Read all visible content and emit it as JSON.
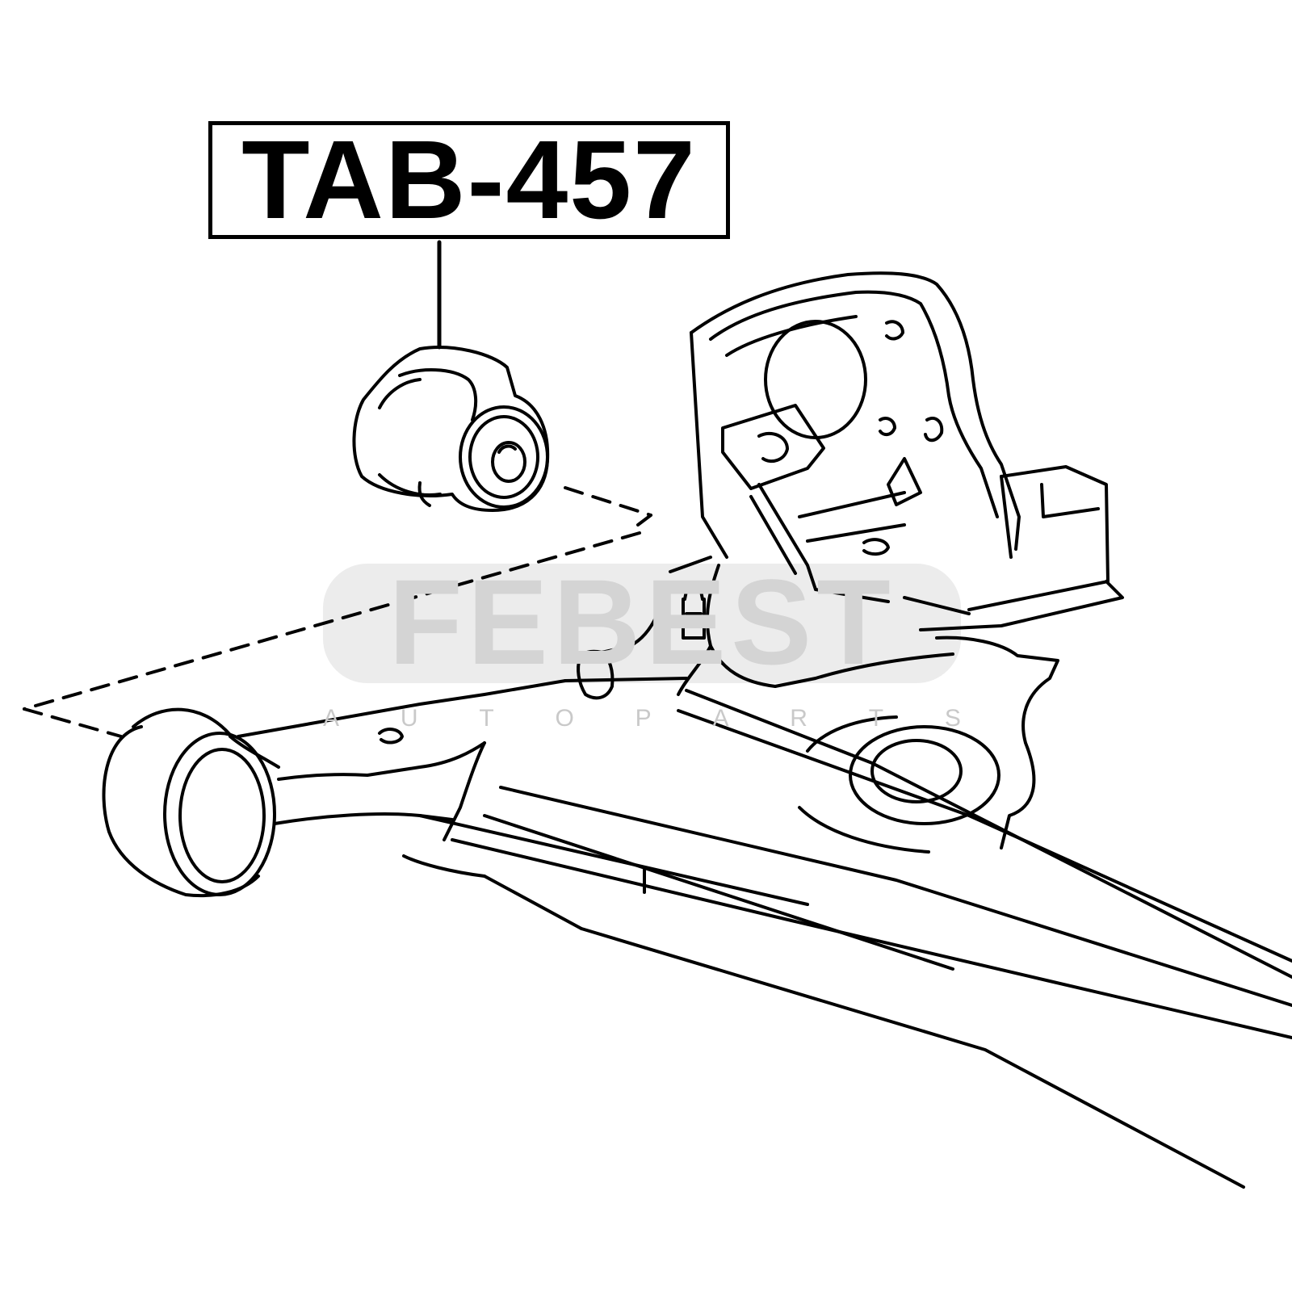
{
  "part_label": {
    "text": "TAB-457"
  },
  "watermark": {
    "brand": "FEBEST",
    "tagline_letters": [
      "A",
      "U",
      "T",
      "O",
      "P",
      "A",
      "R",
      "T",
      "S"
    ],
    "color": "#d4d4d4"
  },
  "colors": {
    "line": "#000000",
    "background": "#ffffff"
  }
}
